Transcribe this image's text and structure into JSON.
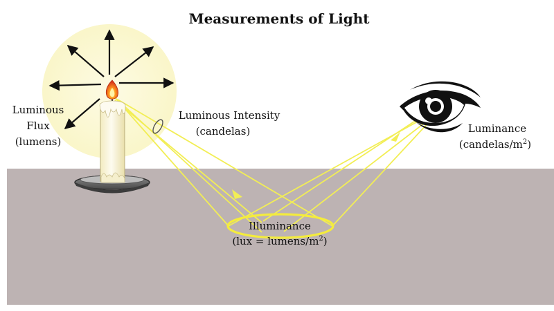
{
  "title": "Measurements of Light",
  "labels": {
    "luminous_flux": {
      "line1": "Luminous",
      "line2": "Flux",
      "line3": "(lumens)"
    },
    "luminous_intensity": {
      "line1": "Luminous Intensity",
      "line2": "(candelas)"
    },
    "luminance": {
      "line1": "Luminance",
      "line2_prefix": "(candelas/m",
      "sup": "2",
      "line2_suffix": ")"
    },
    "illuminance": {
      "line1": "Illuminance",
      "line2_prefix": "(lux = lumens/m",
      "sup": "2",
      "line2_suffix": ")"
    }
  },
  "colors": {
    "floor": "#bdb3b3",
    "glow": "#fbf8d3",
    "rays": "#f2ee55",
    "ellipse": "#f4ec3c",
    "arrows": "#111111"
  },
  "icons": [
    "candle-icon",
    "flame-icon",
    "eye-icon",
    "arrow-icon"
  ]
}
